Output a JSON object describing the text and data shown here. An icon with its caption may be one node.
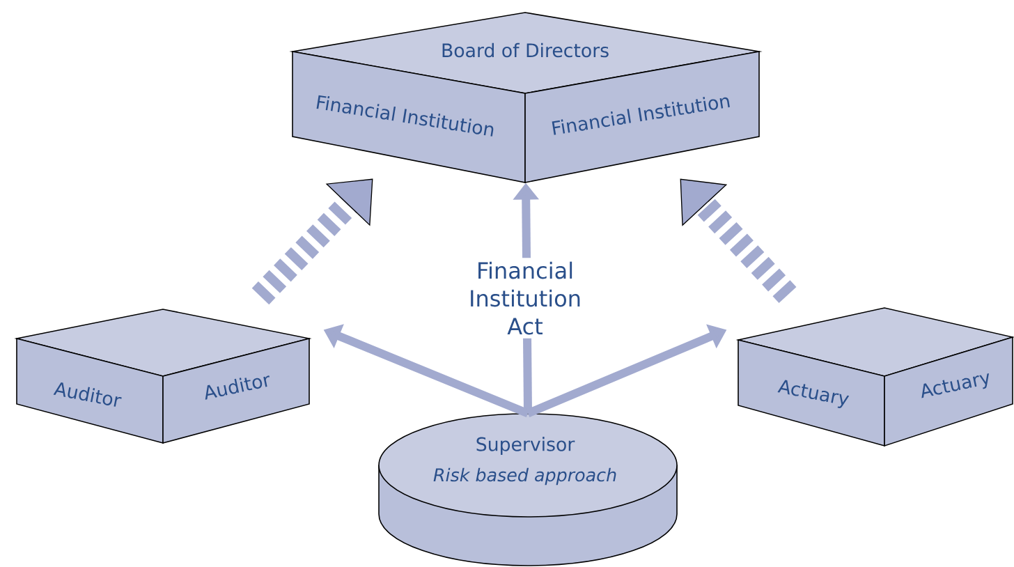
{
  "diagram": {
    "nodes": [
      {
        "text": [
          "Board of Directors",
          "Financial Institution",
          "Financial Institution"
        ]
      },
      {
        "text": [
          "Auditor",
          "Auditor"
        ]
      },
      {
        "text": [
          "Actuary",
          "Actuary"
        ]
      },
      {
        "text": [
          "Supervisor",
          "Risk based approach"
        ]
      }
    ],
    "edges": [
      {
        "from": 1,
        "to": 0,
        "arrow": "to",
        "style": "dashed"
      },
      {
        "from": 2,
        "to": 0,
        "arrow": "to",
        "style": "dashed"
      },
      {
        "from": 3,
        "to": 0,
        "arrow": "to",
        "label": "Financial Institution Act"
      },
      {
        "from": 3,
        "to": 1,
        "arrow": "to"
      },
      {
        "from": 3,
        "to": 2,
        "arrow": "to"
      }
    ]
  }
}
